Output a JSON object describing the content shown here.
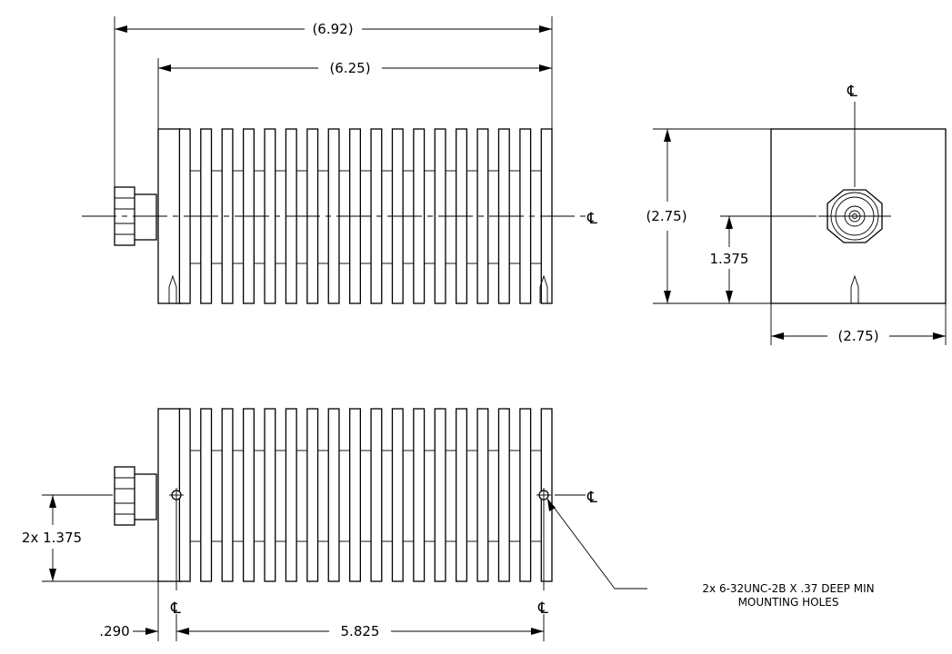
{
  "drawing": {
    "dimensions": {
      "overall_length": "(6.92)",
      "body_length": "(6.25)",
      "end_height": "(2.75)",
      "end_width": "(2.75)",
      "end_center_height": "1.375",
      "hole_height": "2x  1.375",
      "hole_offset": ".290",
      "hole_spacing": "5.825"
    },
    "centerline_symbol": "℄",
    "note": {
      "line1": "2x  6-32UNC-2B X .37 DEEP MIN",
      "line2": "MOUNTING  HOLES"
    }
  }
}
